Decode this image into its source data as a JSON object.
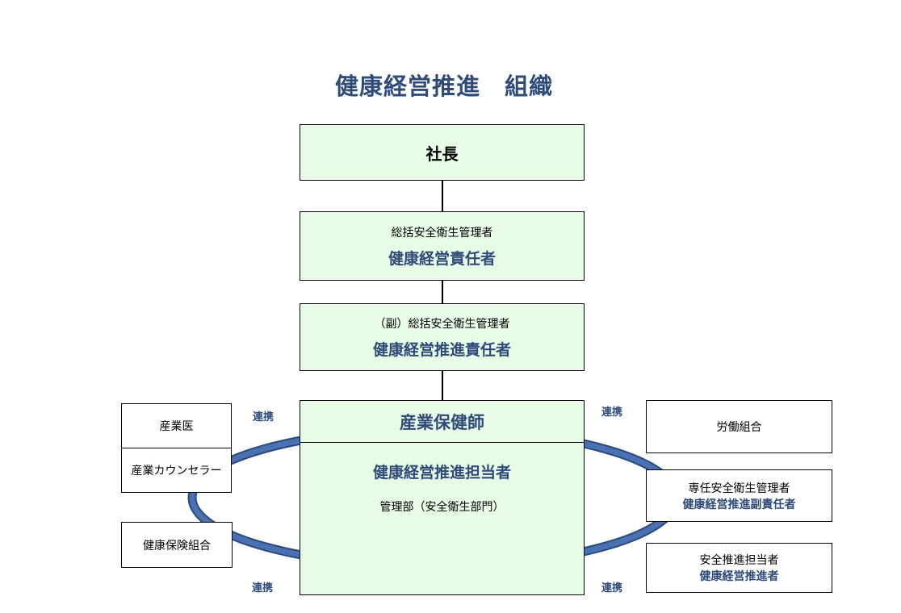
{
  "title": "健康経営推進　組織",
  "president": "社長",
  "level1": {
    "role": "総括安全衛生管理者",
    "title": "健康経営責任者"
  },
  "level2": {
    "role": "（副）総括安全衛生管理者",
    "title": "健康経営推進責任者"
  },
  "center": {
    "header": "産業保健師",
    "title": "健康経営推進担当者",
    "dept": "管理部（安全衛生部門）"
  },
  "left": {
    "doctor": "産業医",
    "counselor": "産業カウンセラー",
    "insurance": "健康保険組合"
  },
  "right": {
    "union": "労働組合",
    "manager_role": "専任安全衛生管理者",
    "manager_title": "健康経営推進副責任者",
    "promoter_role": "安全推進担当者",
    "promoter_title": "健康経営推進者"
  },
  "collab_label": "連携",
  "colors": {
    "fill": "#e8fbe6",
    "accent": "#2f4b7a",
    "ring": "#4a72b0"
  }
}
